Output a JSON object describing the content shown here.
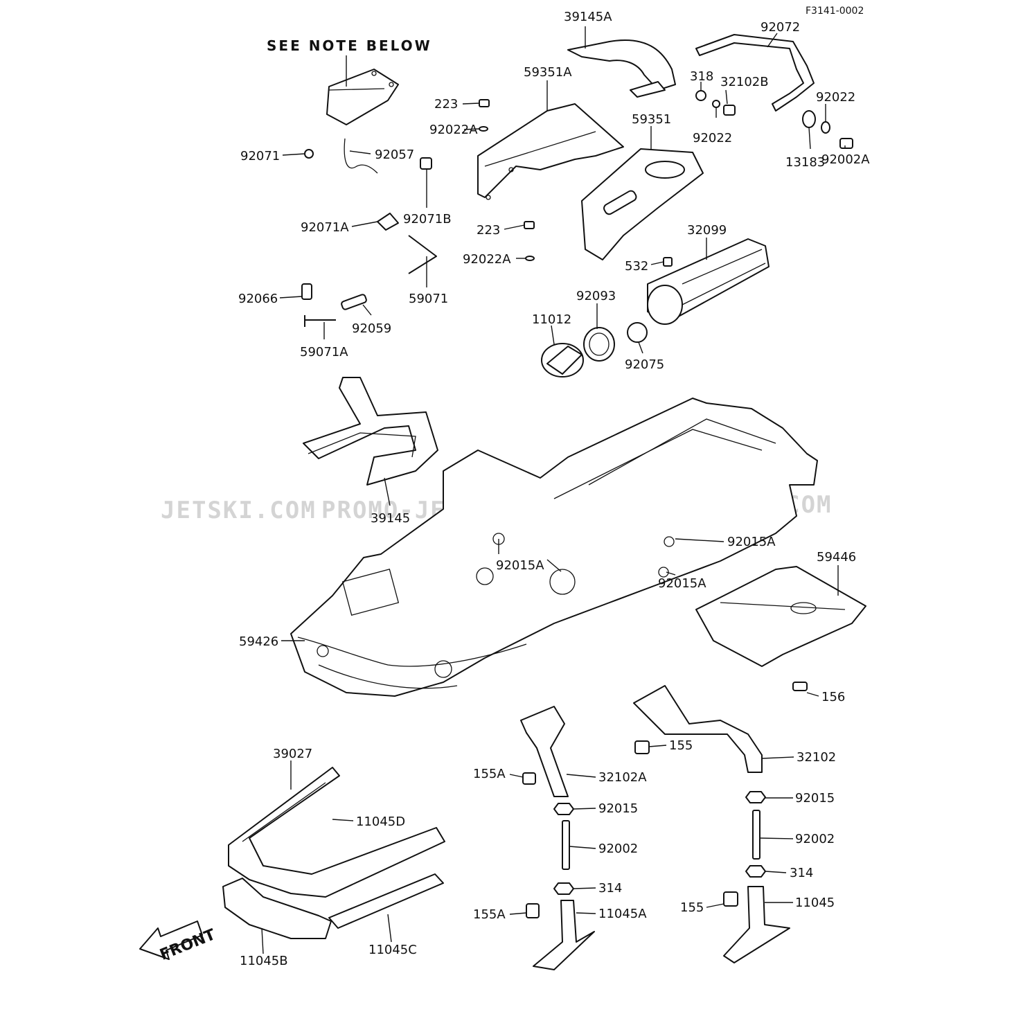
{
  "diagram_code": "F3141-0002",
  "note": "SEE NOTE BELOW",
  "watermarks": [
    "JETSKI.COM",
    "PROMO-JETSKI.COM",
    "PROMO-JETSKI.COM"
  ],
  "front_label": "FRONT",
  "parts": {
    "p39145A": "39145A",
    "p92072": "92072",
    "p59351A": "59351A",
    "p318": "318",
    "p32102B": "32102B",
    "p92022_r": "92022",
    "p223_a": "223",
    "p92022A_a": "92022A",
    "p92022_b": "92022",
    "p59351": "59351",
    "p13183": "13183",
    "p92002A": "92002A",
    "p92071": "92071",
    "p92057": "92057",
    "p92071B": "92071B",
    "p92071A": "92071A",
    "p223_b": "223",
    "p32099": "32099",
    "p92022A_b": "92022A",
    "p532": "532",
    "p59071": "59071",
    "p92066": "92066",
    "p92093": "92093",
    "p11012": "11012",
    "p92059": "92059",
    "p59071A": "59071A",
    "p92075": "92075",
    "p39145": "39145",
    "p92015A_a": "92015A",
    "p92015A_b": "92015A",
    "p92015A_c": "92015A",
    "p59446": "59446",
    "p59426": "59426",
    "p156": "156",
    "p155_a": "155",
    "p32102": "32102",
    "p39027": "39027",
    "p155A_a": "155A",
    "p32102A": "32102A",
    "p92015_a": "92015",
    "p92015_b": "92015",
    "p11045D": "11045D",
    "p92002_a": "92002",
    "p92002_b": "92002",
    "p314_a": "314",
    "p314_b": "314",
    "p11045": "11045",
    "p155_b": "155",
    "p155A_b": "155A",
    "p11045A": "11045A",
    "p11045B": "11045B",
    "p11045C": "11045C"
  }
}
